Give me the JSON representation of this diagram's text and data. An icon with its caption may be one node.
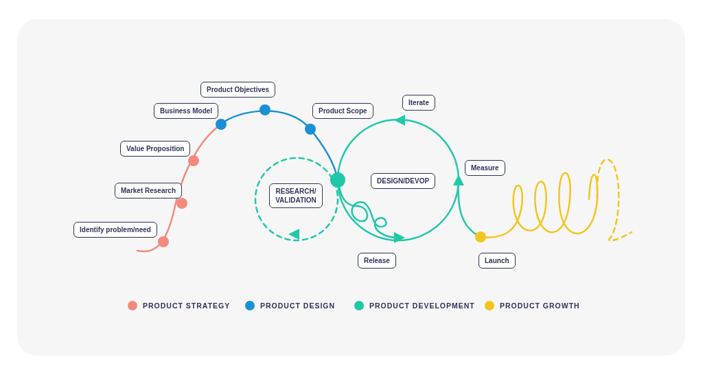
{
  "diagram": {
    "nodes": [
      {
        "text": [
          "Product Objectives"
        ]
      },
      {
        "text": [
          "Business Model"
        ]
      },
      {
        "text": [
          "Product Scope"
        ]
      },
      {
        "text": [
          "Iterate"
        ]
      },
      {
        "text": [
          "Value Proposition"
        ]
      },
      {
        "text": [
          "Measure"
        ]
      },
      {
        "text": [
          "DESIGN/DEVOP"
        ]
      },
      {
        "text": [
          "RESEARCH/ VALIDATION"
        ]
      },
      {
        "text": [
          "Market Research"
        ]
      },
      {
        "text": [
          "Identify problem/need"
        ]
      },
      {
        "text": [
          "Release"
        ]
      },
      {
        "text": [
          "Launch"
        ]
      }
    ],
    "legend": [
      {
        "text": "PRODUCT STRATEGY",
        "color": "#f28b7d"
      },
      {
        "text": "PRODUCT DESIGN",
        "color": "#1a8fd6"
      },
      {
        "text": "PRODUCT DEVELOPMENT",
        "color": "#1fc9a8"
      },
      {
        "text": "PRODUCT GROWTH",
        "color": "#f2c51d"
      }
    ]
  }
}
